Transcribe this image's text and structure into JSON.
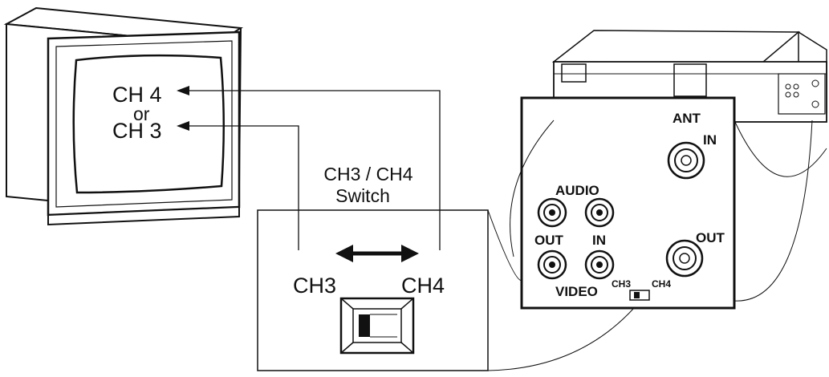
{
  "tv": {
    "channel_a": "CH 4",
    "or_text": "or",
    "channel_b": "CH 3"
  },
  "switch_callout": {
    "title_line1": "CH3 / CH4",
    "title_line2": "Switch",
    "label_left": "CH3",
    "label_right": "CH4"
  },
  "vcr_panel": {
    "ant_label": "ANT",
    "in_label_ant": "IN",
    "audio_label": "AUDIO",
    "out_label_left": "OUT",
    "in_label_av": "IN",
    "video_label": "VIDEO",
    "ch3_label": "CH3",
    "ch4_label": "CH4",
    "out_label_rf": "OUT"
  }
}
